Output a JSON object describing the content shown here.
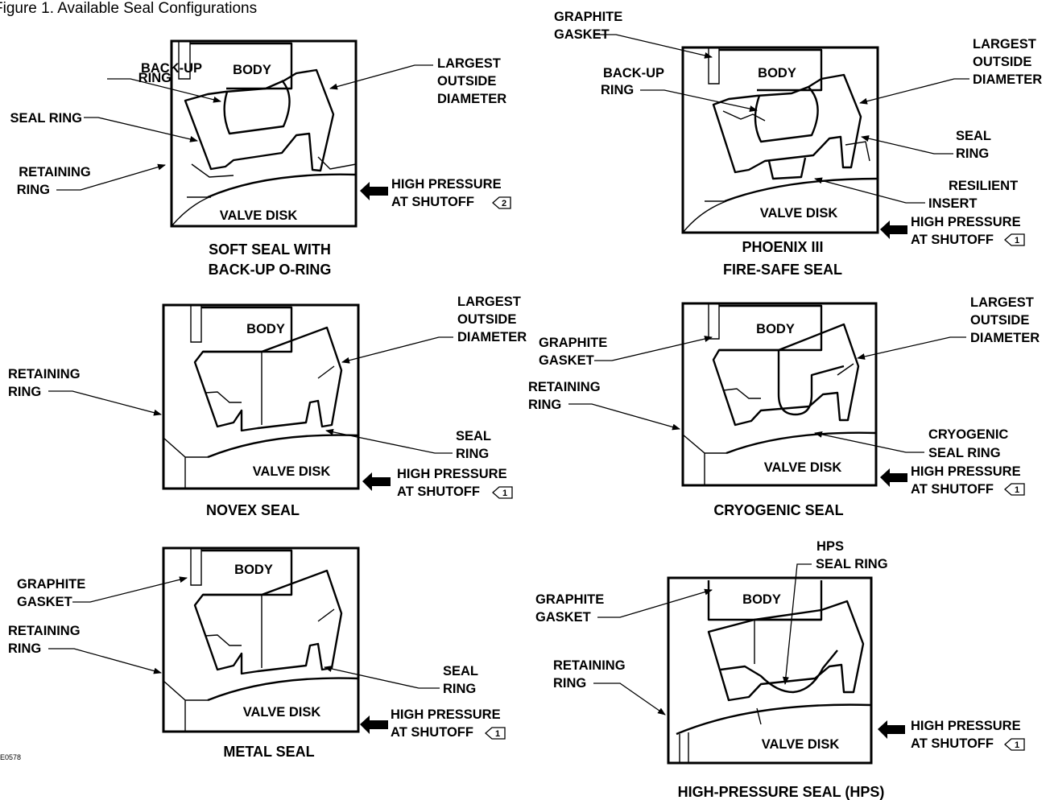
{
  "figure_title": "Figure 1. Available Seal Configurations",
  "drawing_code": "E0578",
  "labels": {
    "body": "BODY",
    "valve_disk": "VALVE DISK",
    "back_up": "BACK-UP",
    "ring": "RING",
    "seal_ring": "SEAL RING",
    "seal": "SEAL",
    "retaining": "RETAINING",
    "largest": "LARGEST",
    "outside": "OUTSIDE",
    "diameter": "DIAMETER",
    "graphite": "GRAPHITE",
    "gasket": "GASKET",
    "resilient": "RESILIENT",
    "insert": "INSERT",
    "cryogenic": "CRYOGENIC",
    "hps": "HPS",
    "high_pressure": "HIGH PRESSURE",
    "at_shutoff": "AT SHUTOFF"
  },
  "notes": {
    "one": "1",
    "two": "2"
  },
  "captions": {
    "soft_1": "SOFT SEAL WITH",
    "soft_2": "BACK-UP O-RING",
    "phoenix_1": "PHOENIX III",
    "phoenix_2": "FIRE-SAFE SEAL",
    "novex": "NOVEX SEAL",
    "cryogenic": "CRYOGENIC SEAL",
    "metal": "METAL SEAL",
    "hps": "HIGH-PRESSURE SEAL (HPS)"
  }
}
